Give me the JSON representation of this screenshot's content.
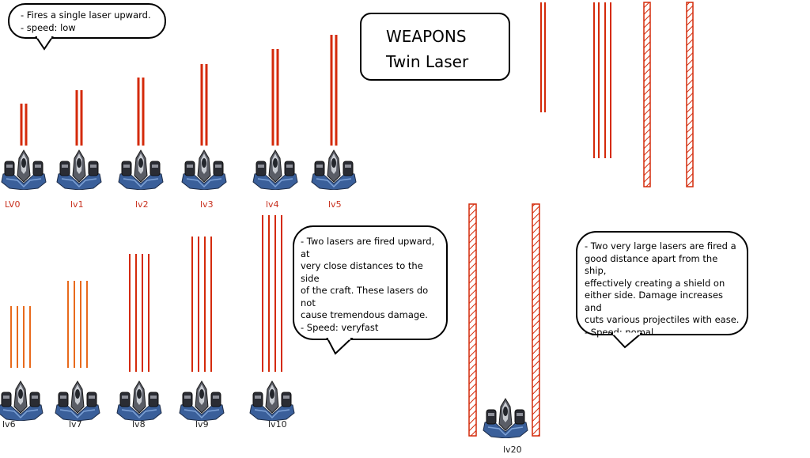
{
  "title_box": {
    "line1": "WEAPONS",
    "line2": "Twin Laser"
  },
  "notes": {
    "top": "- Fires a single laser upward.\n- speed: low",
    "middle": "- Two lasers are fired upward, at\nvery close distances to the side\nof the craft. These lasers do not\ncause tremendous damage.\n- Speed: veryfast",
    "right": "- Two very large lasers are fired a\ngood distance apart from the ship,\neffectively creating a shield on\neither side. Damage increases and\ncuts various projectiles with ease.\n- Speed: nomal"
  },
  "levels_row1": [
    "LV0",
    "lv1",
    "lv2",
    "lv3",
    "lv4",
    "lv5"
  ],
  "levels_row2": [
    "lv6",
    "lv7",
    "lv8",
    "lv9",
    "lv10"
  ],
  "level_big": "lv20",
  "colors": {
    "laser_red": "#d42a0a",
    "laser_orange": "#e86a1c",
    "label_red": "#c8301e",
    "label_black": "#222222"
  }
}
